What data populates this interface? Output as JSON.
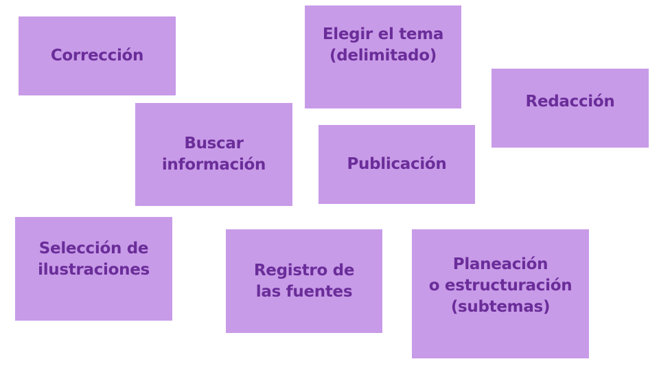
{
  "cards": [
    {
      "id": "correccion",
      "label": "Corrección"
    },
    {
      "id": "elegir",
      "label": "Elegir el tema\n(delimitado)"
    },
    {
      "id": "redaccion",
      "label": "Redacción"
    },
    {
      "id": "buscar",
      "label": "Buscar\ninformación"
    },
    {
      "id": "publicacion",
      "label": "Publicación"
    },
    {
      "id": "seleccion",
      "label": "Selección de\nilustraciones"
    },
    {
      "id": "registro",
      "label": "Registro de\nlas fuentes"
    },
    {
      "id": "planeacion",
      "label": "Planeación\no estructuración\n(subtemas)"
    }
  ],
  "colors": {
    "card_background": "#c89be8",
    "card_text": "#6a2d99",
    "page_background": "#ffffff"
  }
}
